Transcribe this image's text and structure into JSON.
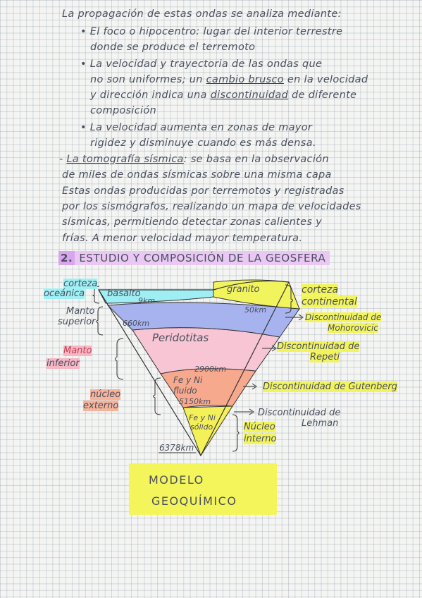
{
  "notes": {
    "line1": "La propagación de estas ondas se analiza mediante:",
    "b1_a": "El foco o hipocentro: lugar del interior terrestre",
    "b1_b": "donde se produce el terremoto",
    "b2_a_pre": "La velocidad y trayectoria de las ondas que",
    "b2_b_pre": "no son uniformes; un ",
    "b2_b_u": "cambio brusco",
    "b2_b_post": " en la velocidad",
    "b2_c_pre": "y dirección indica una ",
    "b2_c_u": "discontinuidad",
    "b2_c_post": " de diferente",
    "b2_d": "composición",
    "b3_a": "La velocidad aumenta en zonas de mayor",
    "b3_b": "rigidez y disminuye cuando es más densa.",
    "tomo_pre": "- ",
    "tomo_u": "La tomografía sísmica",
    "tomo_post": ": se basa en la observación",
    "tomo_2": "de miles de ondas sísmicas sobre una misma capa",
    "tomo_3": "Estas ondas producidas por terremotos y registradas",
    "tomo_4": "por los sismógrafos, realizando un mapa de velocidades",
    "tomo_5": "sísmicas, permitiendo detectar zonas calientes y",
    "tomo_6": "frías. A menor velocidad mayor temperatura."
  },
  "section": {
    "number": "2.",
    "title": "ESTUDIO Y COMPOSICIÓN DE LA GEOSFERA"
  },
  "diagram": {
    "corteza_oceanica_1": "corteza",
    "corteza_oceanica_2": "oceánica",
    "basalto": "basalto",
    "basalto_km": "9km",
    "granito": "granito",
    "granito_km": "50km",
    "corteza_continental_1": "corteza",
    "corteza_continental_2": "continental",
    "manto_sup_1": "Manto",
    "manto_sup_2": "superior",
    "manto_sup_km": "660km",
    "disc_moho_1": "Discontinuidad de",
    "disc_moho_2": "Mohorovicic",
    "peridotitas": "Peridotitas",
    "disc_repeti_1": "Discontinuidad de",
    "disc_repeti_2": "Repeti",
    "manto_inf_1": "Manto",
    "manto_inf_2": "inferior",
    "manto_inf_km": "2900km",
    "fe_ni_1": "Fe y Ni",
    "fe_ni_2": "fluido",
    "fe_ni_km": "5150km",
    "nucleo_ext_1": "núcleo",
    "nucleo_ext_2": "externo",
    "disc_gutenberg": "Discontinuidad de Gutenberg",
    "fe_ni_solid_1": "Fe y Ni",
    "fe_ni_solid_2": "sólido",
    "disc_lehman_1": "Discontinuidad de",
    "disc_lehman_2": "Lehman",
    "nucleo_int_1": "Núcleo",
    "nucleo_int_2": "interno",
    "depth_total": "6378km"
  },
  "model_box": {
    "line1": "MODELO",
    "line2": "GEOQUÍMICO"
  },
  "colors": {
    "ink": "#4a4f5e",
    "pink_ink": "#c5414e",
    "cyan": "#9eeef3",
    "yellow": "#f2f45e",
    "blue": "#a7b3ef",
    "pink": "#f7c5d3",
    "orange": "#f7a98e",
    "core": "#f4f05a"
  }
}
